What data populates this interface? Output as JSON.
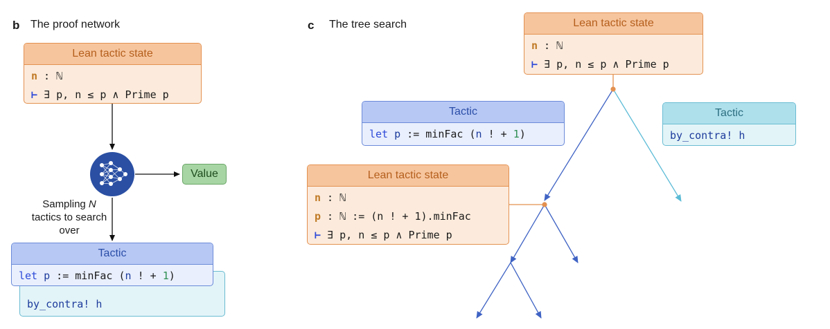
{
  "panel_b": {
    "letter": "b",
    "title": "The proof network",
    "lean_box": {
      "header": "Lean tactic state",
      "line1": {
        "var": "n",
        "rest": " : ℕ"
      },
      "line2": {
        "turnstile": "⊢",
        "rest": " ∃ p, n ≤ p ∧ Prime p"
      }
    },
    "network_icon": "neural-network-icon",
    "value_label": "Value",
    "sampling_prefix": "Sampling ",
    "sampling_var": "N",
    "sampling_rest": " tactics to search over",
    "tactic_box": {
      "header": "Tactic",
      "kw": "let",
      "p": " p",
      "mid": " := minFac (",
      "n": "n",
      "op": " ! + ",
      "num": "1",
      "close": ")"
    },
    "back_tactic": "by_contra! h"
  },
  "panel_c": {
    "letter": "c",
    "title": "The tree search",
    "root_box": {
      "header": "Lean tactic state",
      "line1": {
        "var": "n",
        "rest": " : ℕ"
      },
      "line2": {
        "turnstile": "⊢",
        "rest": " ∃ p, n ≤ p ∧ Prime p"
      }
    },
    "tactic_left": {
      "header": "Tactic",
      "kw": "let",
      "p": " p",
      "mid": " := minFac (",
      "n": "n",
      "op": " ! + ",
      "num": "1",
      "close": ")"
    },
    "tactic_right": {
      "header": "Tactic",
      "body": "by_contra! h"
    },
    "child_box": {
      "header": "Lean tactic state",
      "line1": {
        "var": "n",
        "rest": " : ℕ"
      },
      "line2": {
        "var": "p",
        "rest": " : ℕ := (n ! + 1).minFac"
      },
      "line3": {
        "turnstile": "⊢",
        "rest": " ∃ p, n ≤ p ∧ Prime p"
      }
    }
  },
  "colors": {
    "lean_border": "#e3904f",
    "tactic_border": "#6a8ad8",
    "tactic2_border": "#69bcd2",
    "tree_blue": "#3f63c4",
    "tree_light": "#5bbbd6",
    "node_orange": "#e3904f",
    "network_blue": "#2a4fa3",
    "value_green": "#a7d6a4"
  }
}
